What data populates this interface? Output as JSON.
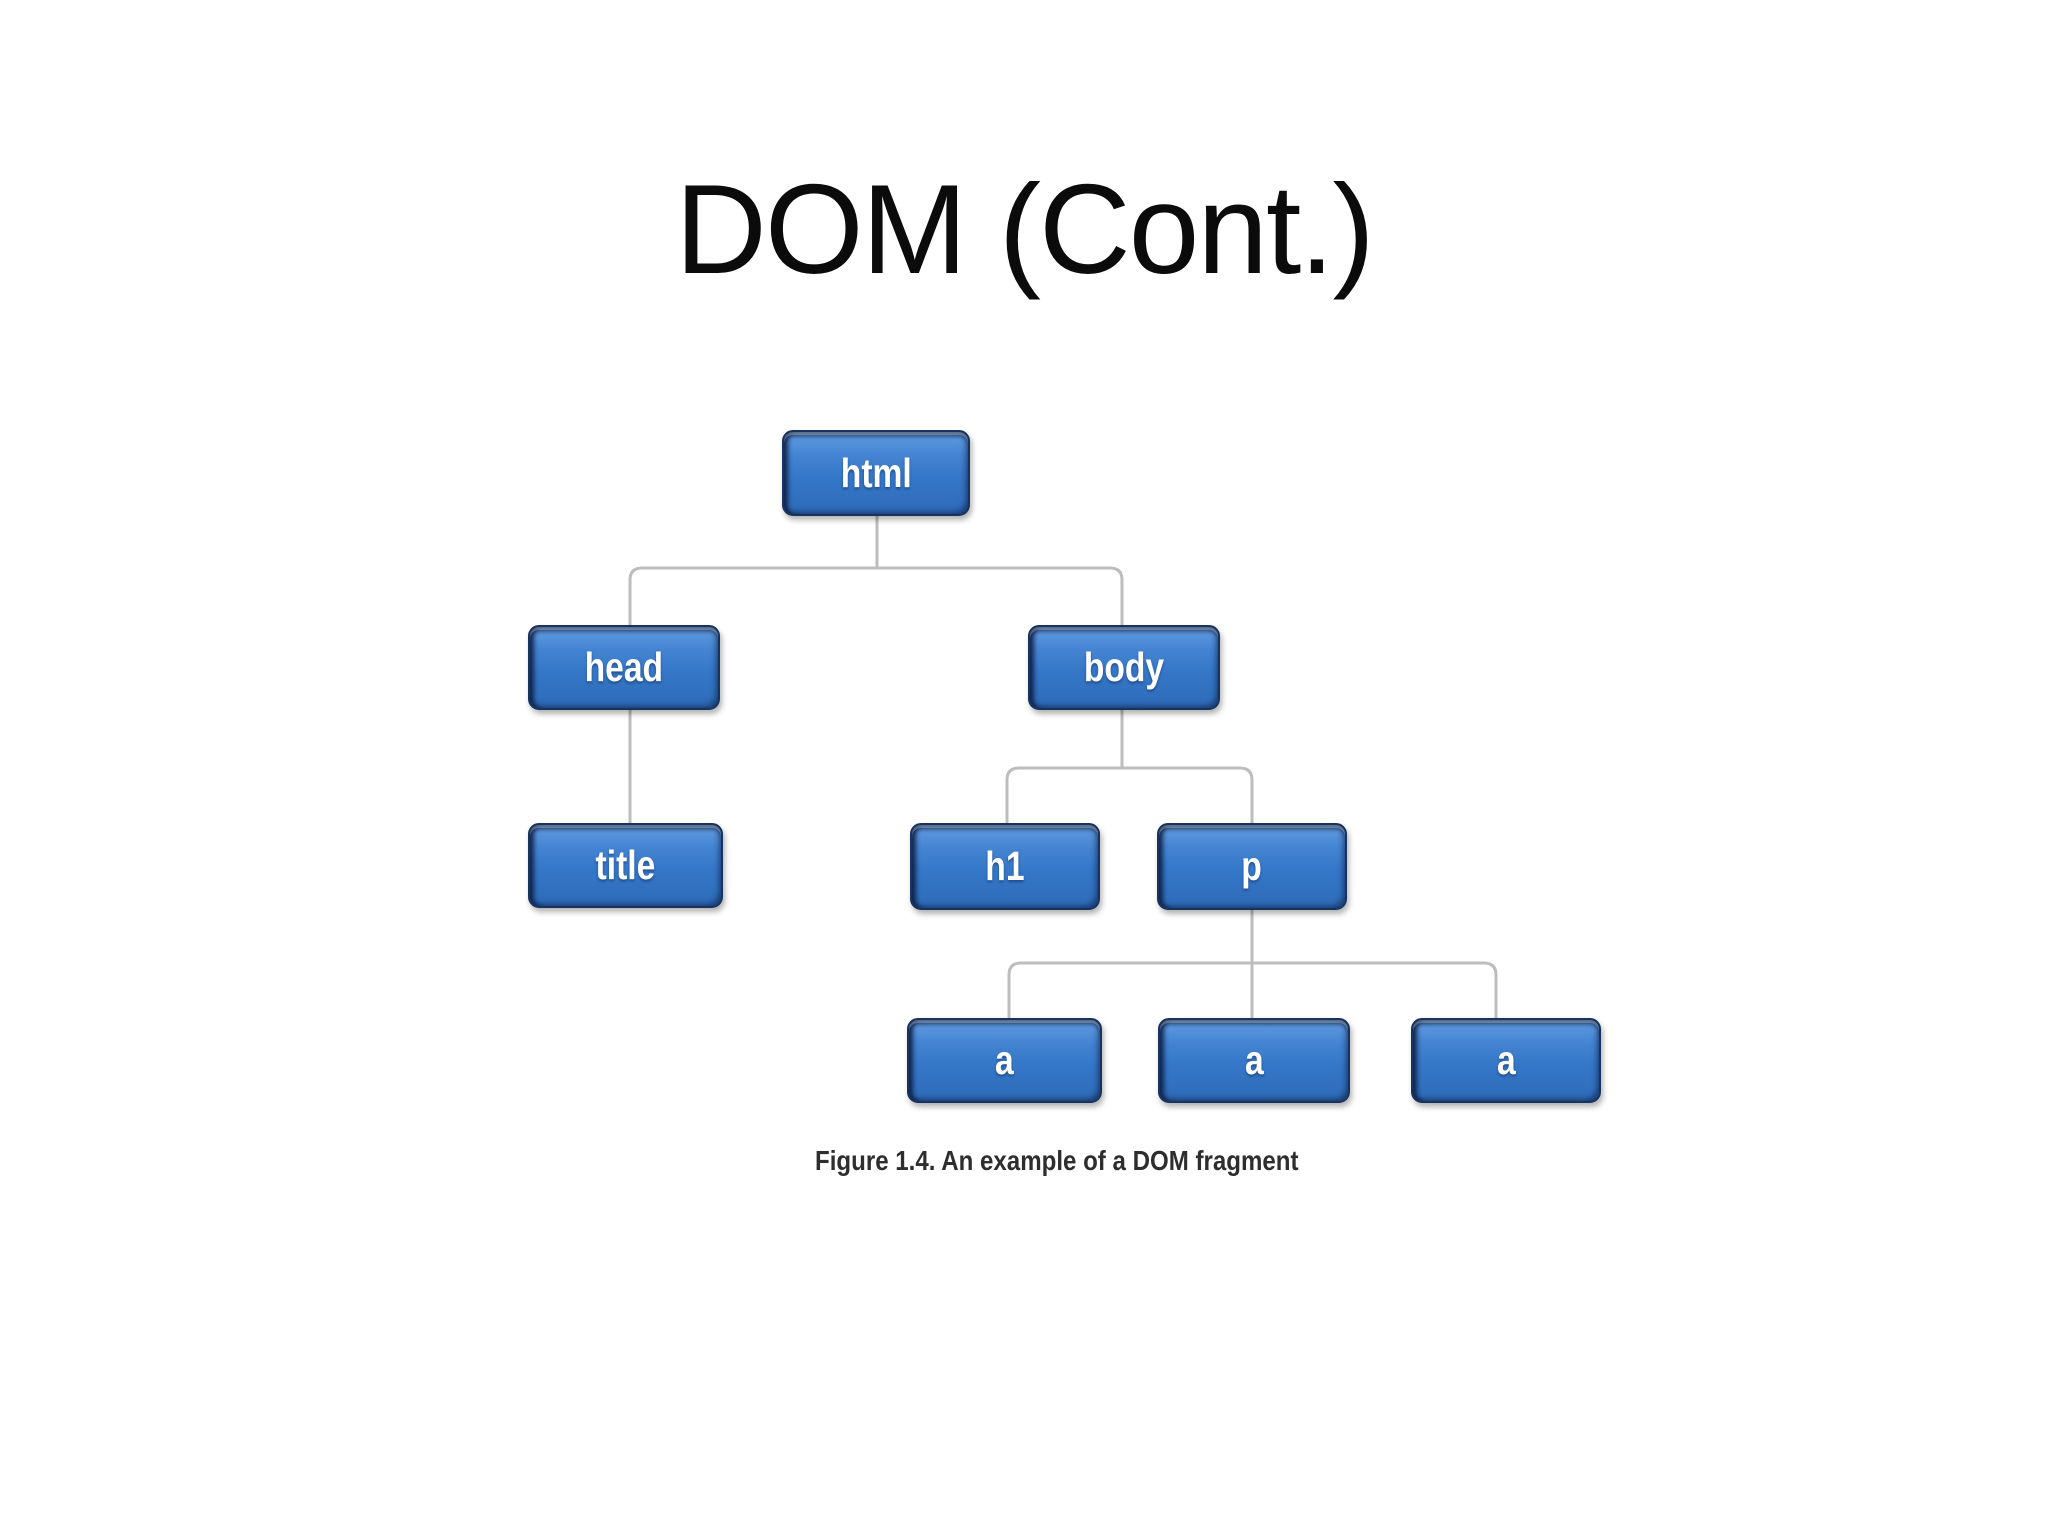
{
  "slide": {
    "title": "DOM (Cont.)"
  },
  "diagram": {
    "caption": "Figure 1.4. An example of a DOM fragment",
    "nodes": [
      {
        "id": "html",
        "label": "html"
      },
      {
        "id": "head",
        "label": "head"
      },
      {
        "id": "body",
        "label": "body"
      },
      {
        "id": "title",
        "label": "title"
      },
      {
        "id": "h1",
        "label": "h1"
      },
      {
        "id": "p",
        "label": "p"
      },
      {
        "id": "a1",
        "label": "a"
      },
      {
        "id": "a2",
        "label": "a"
      },
      {
        "id": "a3",
        "label": "a"
      }
    ],
    "edges": [
      {
        "from": "html",
        "to": "head"
      },
      {
        "from": "html",
        "to": "body"
      },
      {
        "from": "head",
        "to": "title"
      },
      {
        "from": "body",
        "to": "h1"
      },
      {
        "from": "body",
        "to": "p"
      },
      {
        "from": "p",
        "to": "a1"
      },
      {
        "from": "p",
        "to": "a2"
      },
      {
        "from": "p",
        "to": "a3"
      }
    ],
    "colors": {
      "connector": "#bdbdbd",
      "node_fill_top": "#639de2",
      "node_fill_bottom": "#2e6bb8",
      "node_edge": "#17335e",
      "node_text": "#ffffff",
      "title_text": "#0b0b0b",
      "caption_text": "#2e2e2e",
      "background": "#ffffff"
    }
  }
}
